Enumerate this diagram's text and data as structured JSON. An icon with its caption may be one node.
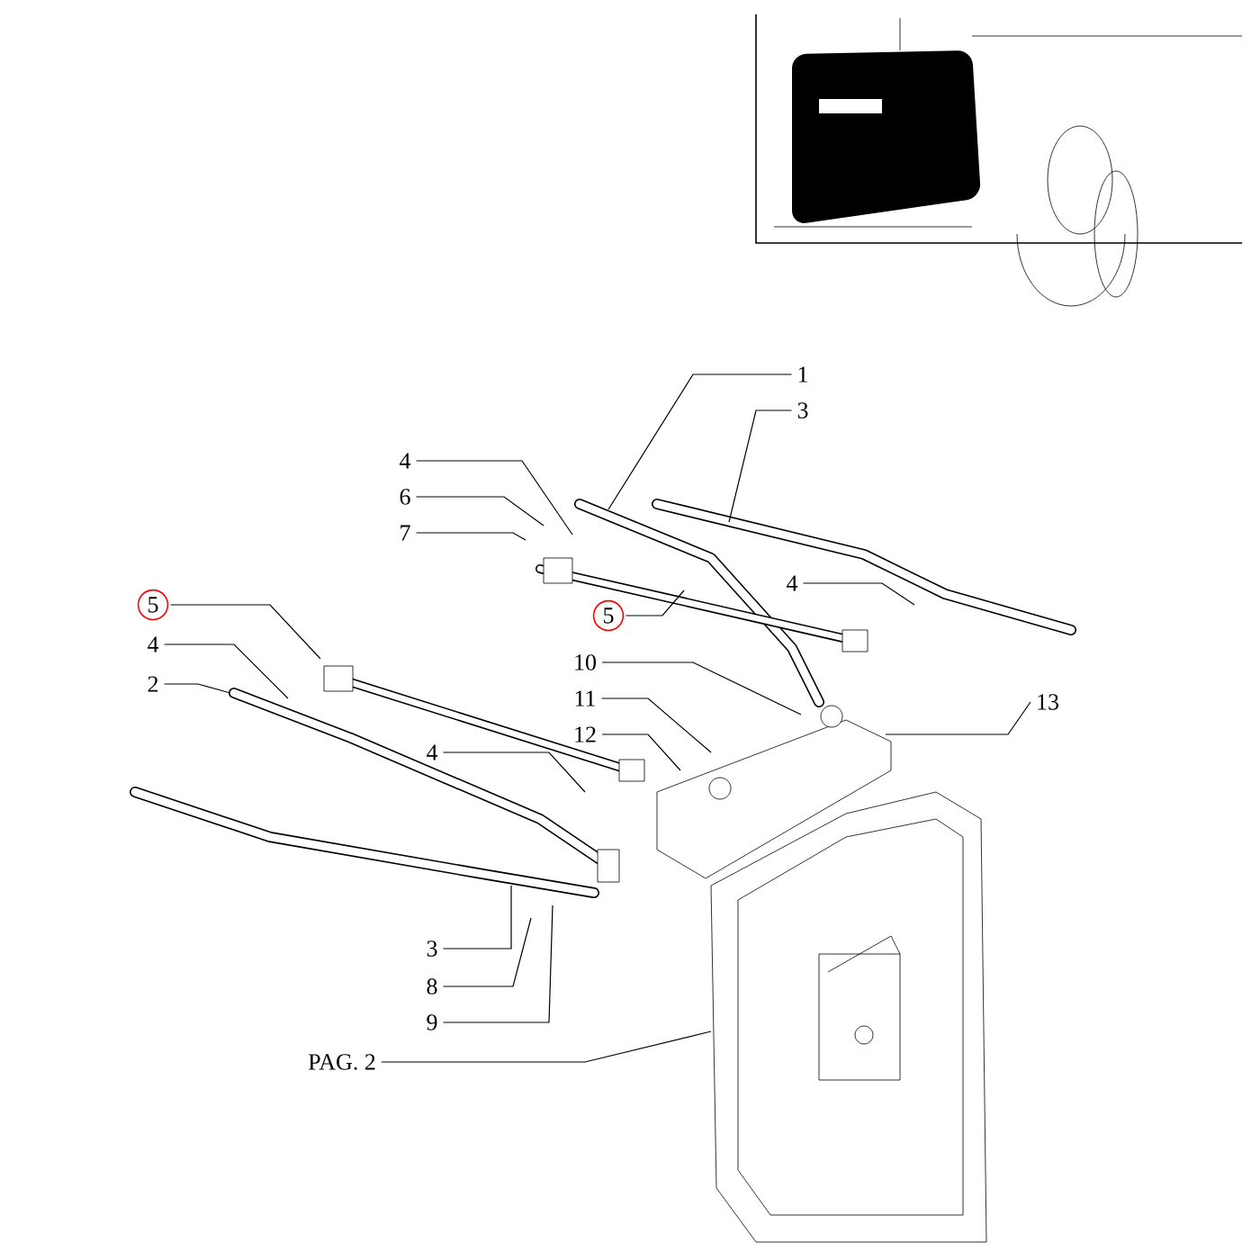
{
  "diagram": {
    "nodes": [
      {
        "text": [
          "1"
        ]
      },
      {
        "text": [
          "3"
        ]
      },
      {
        "text": [
          "4"
        ]
      },
      {
        "text": [
          "6"
        ]
      },
      {
        "text": [
          "7"
        ]
      },
      {
        "text": [
          "4"
        ]
      },
      {
        "text": [
          "5"
        ]
      },
      {
        "text": [
          "5"
        ]
      },
      {
        "text": [
          "4"
        ]
      },
      {
        "text": [
          "2"
        ]
      },
      {
        "text": [
          "10"
        ]
      },
      {
        "text": [
          "11"
        ]
      },
      {
        "text": [
          "12"
        ]
      },
      {
        "text": [
          "4"
        ]
      },
      {
        "text": [
          "13"
        ]
      },
      {
        "text": [
          "3"
        ]
      },
      {
        "text": [
          "8"
        ]
      },
      {
        "text": [
          "9"
        ]
      },
      {
        "text": [
          "PAG. 2"
        ]
      }
    ],
    "edges": [
      {
        "from": 0,
        "to": null,
        "arrow": "none"
      },
      {
        "from": 1,
        "to": null,
        "arrow": "none"
      },
      {
        "from": 2,
        "to": null,
        "arrow": "none"
      },
      {
        "from": 3,
        "to": null,
        "arrow": "none"
      },
      {
        "from": 4,
        "to": null,
        "arrow": "none"
      },
      {
        "from": 5,
        "to": null,
        "arrow": "none"
      },
      {
        "from": 6,
        "to": null,
        "arrow": "none"
      },
      {
        "from": 7,
        "to": null,
        "arrow": "none"
      },
      {
        "from": 8,
        "to": null,
        "arrow": "none"
      },
      {
        "from": 9,
        "to": null,
        "arrow": "none"
      },
      {
        "from": 10,
        "to": null,
        "arrow": "none"
      },
      {
        "from": 11,
        "to": null,
        "arrow": "none"
      },
      {
        "from": 12,
        "to": null,
        "arrow": "none"
      },
      {
        "from": 13,
        "to": null,
        "arrow": "none"
      },
      {
        "from": 14,
        "to": null,
        "arrow": "none"
      },
      {
        "from": 15,
        "to": null,
        "arrow": "none"
      },
      {
        "from": 16,
        "to": null,
        "arrow": "none"
      },
      {
        "from": 17,
        "to": null,
        "arrow": "none"
      },
      {
        "from": 18,
        "to": null,
        "arrow": "none"
      }
    ]
  }
}
